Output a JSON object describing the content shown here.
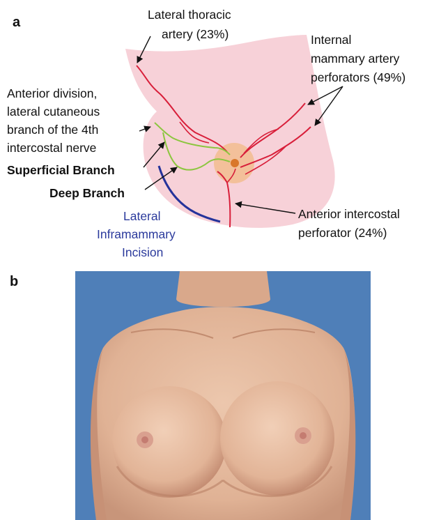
{
  "panel_a": {
    "letter": "a",
    "labels": {
      "lateral_thoracic_line1": "Lateral thoracic",
      "lateral_thoracic_line2": "artery (23%)",
      "internal_mammary_line1": "Internal",
      "internal_mammary_line2": "mammary artery",
      "internal_mammary_line3": "perforators (49%)",
      "anterior_division_line1": "Anterior division,",
      "anterior_division_line2": "lateral cutaneous",
      "anterior_division_line3": "branch of the 4th",
      "anterior_division_line4": "intercostal nerve",
      "superficial_branch": "Superficial Branch",
      "deep_branch": "Deep Branch",
      "incision_line1": "Lateral",
      "incision_line2": "Inframammary",
      "incision_line3": "Incision",
      "anterior_intercostal_line1": "Anterior intercostal",
      "anterior_intercostal_line2": "perforator (24%)"
    },
    "colors": {
      "breast_fill": "#f7d1d8",
      "areola": "#f3c09a",
      "nipple": "#d9772a",
      "artery": "#d81f3a",
      "nerve": "#8cc63f",
      "incision": "#25339b",
      "incision_label": "#2b3a9c"
    }
  },
  "panel_b": {
    "letter": "b",
    "colors": {
      "background": "#4f7fb8",
      "skin": "#e3b89c",
      "skin_shadow": "#c99478",
      "nipple": "#d3938a"
    }
  }
}
